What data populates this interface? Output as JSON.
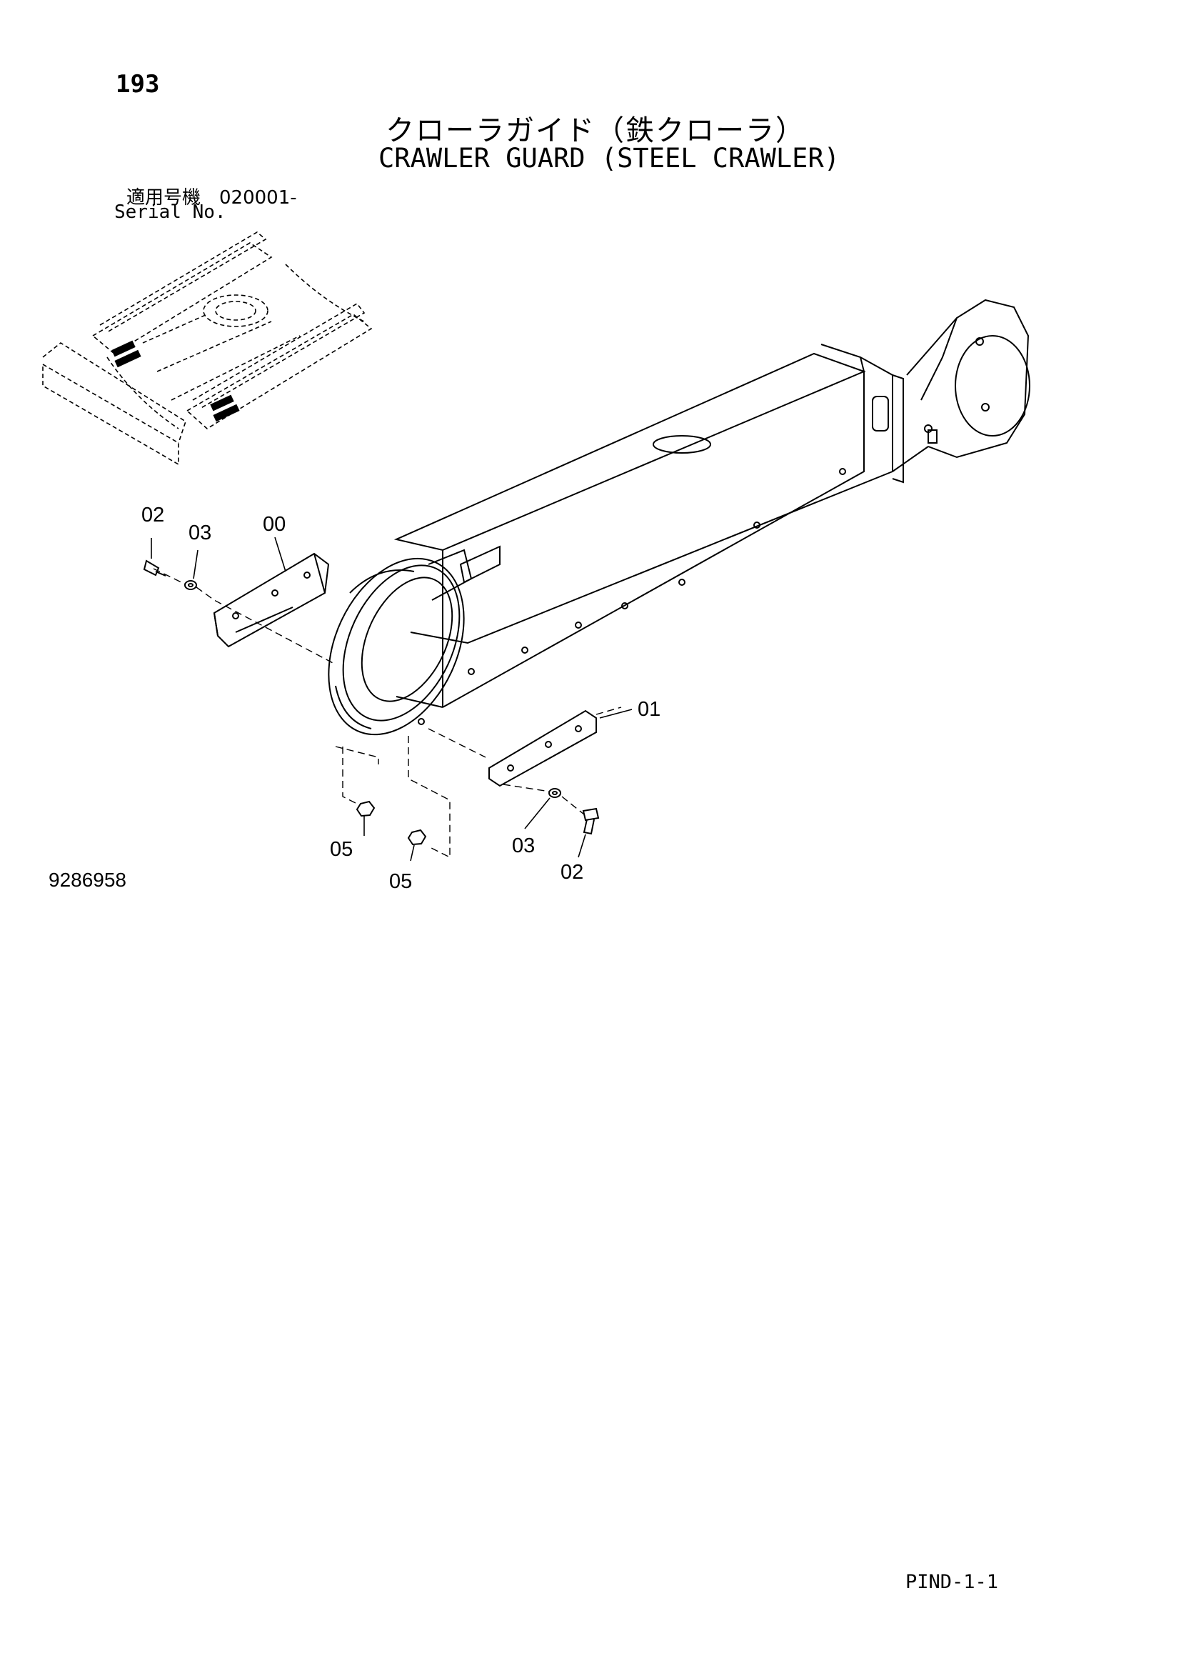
{
  "header": {
    "page_number": "193",
    "title_jp": "クローラガイド（鉄クローラ）",
    "title_en": "CRAWLER GUARD (STEEL CRAWLER)",
    "serial_label_jp": "適用号機　020001-",
    "serial_label_en": "Serial No."
  },
  "diagram": {
    "callouts": [
      "02",
      "03",
      "00",
      "01",
      "05",
      "05",
      "03",
      "02"
    ]
  },
  "footer": {
    "drawing_number": "9286958",
    "code": "PIND-1-1"
  }
}
